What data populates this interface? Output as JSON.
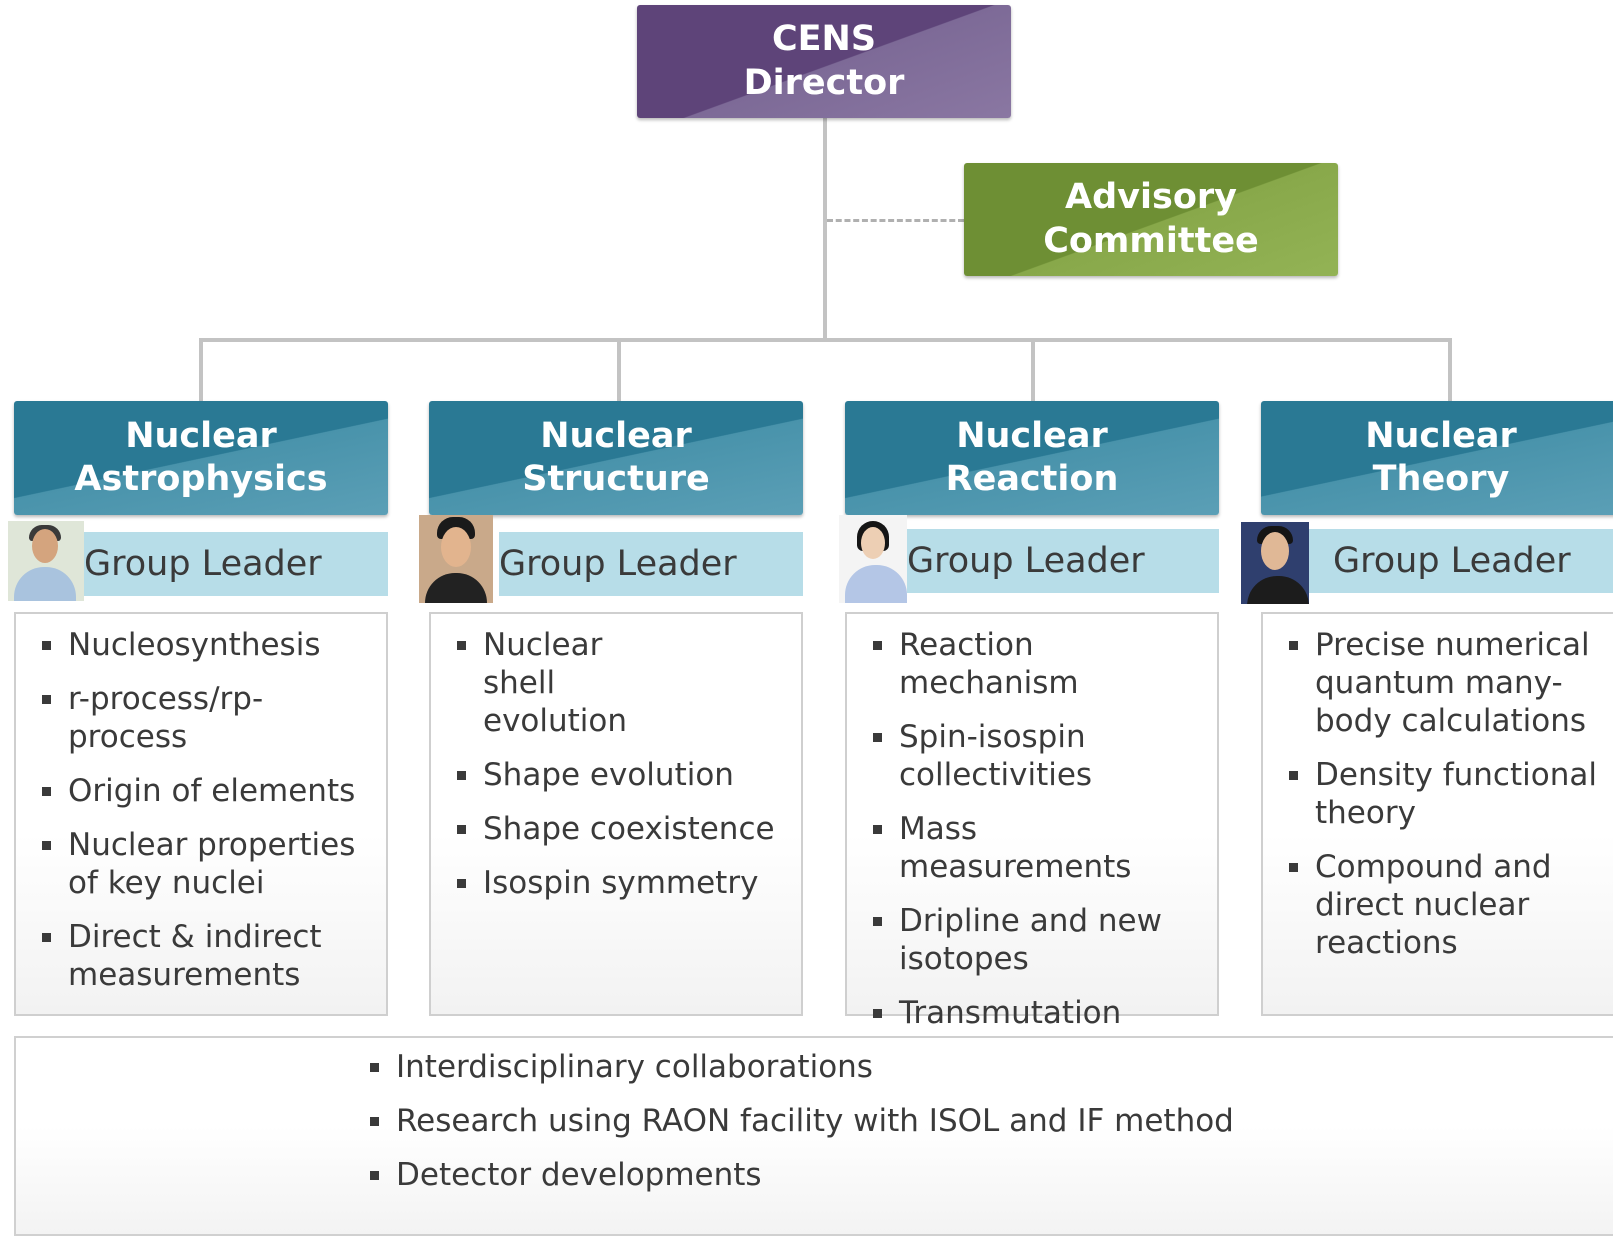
{
  "director": {
    "line1": "CENS",
    "line2": "Director"
  },
  "advisory": {
    "line1": "Advisory",
    "line2": "Committee"
  },
  "groups": [
    {
      "title1": "Nuclear",
      "title2": "Astrophysics",
      "leader_label": "Group Leader",
      "items": [
        "Nucleosynthesis",
        "r-process/rp-process",
        "Origin of elements",
        "Nuclear properties of key nuclei",
        "Direct & indirect measurements"
      ]
    },
    {
      "title1": "Nuclear",
      "title2": "Structure",
      "leader_label": "Group Leader",
      "items": [
        "Nuclear shell evolution",
        "Shape evolution",
        "Shape coexistence",
        "Isospin symmetry"
      ]
    },
    {
      "title1": "Nuclear",
      "title2": "Reaction",
      "leader_label": "Group Leader",
      "items": [
        "Reaction mechanism",
        "Spin-isospin collectivities",
        "Mass measurements",
        "Dripline and new isotopes",
        "Transmutation"
      ]
    },
    {
      "title1": "Nuclear",
      "title2": "Theory",
      "leader_label": "Group Leader",
      "items": [
        "Precise numerical quantum many-body calculations",
        "Density functional theory",
        "Compound and direct nuclear reactions"
      ]
    }
  ],
  "common": {
    "items": [
      "Interdisciplinary collaborations",
      "Research using RAON facility with ISOL and IF method",
      "Detector developments"
    ]
  },
  "colors": {
    "director": "#5e4479",
    "advisory": "#6e8f34",
    "group_header": "#2a7994",
    "leader_bar": "#b7dde8"
  }
}
